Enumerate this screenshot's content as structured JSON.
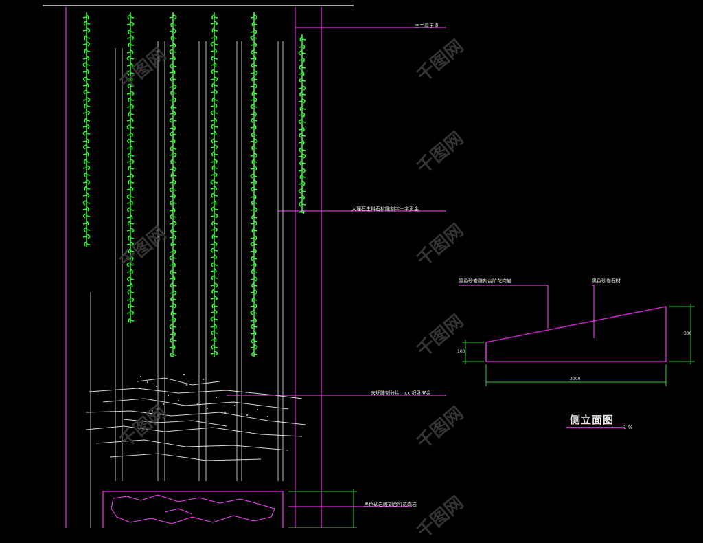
{
  "drawing": {
    "colors": {
      "background": "#000000",
      "frame": "#cc22cc",
      "leader": "#ff44ff",
      "script_text": "#33ff33",
      "dimension": "#33cc33",
      "sketch": "#d8d8d8",
      "label": "#e6e6e6"
    },
    "labels": {
      "label_top": "三二厘乐卓",
      "label_middle": "大理石生料石材雕刻字－字贡金",
      "label_lower": "未细雕刻分片　xx 细卧皮金",
      "label_bottom": "黑色砂岩雕刻台阶花岗岩"
    },
    "side_view": {
      "title": "侧立面图",
      "scale": "1:%",
      "label_left": "黑色砂岩雕刻台阶花岗岩",
      "label_right": "黑色砂岩石材",
      "dim_bottom": "2000",
      "dim_right": "300",
      "dim_left": "100"
    },
    "watermark": "千图网",
    "script_columns": 6
  }
}
